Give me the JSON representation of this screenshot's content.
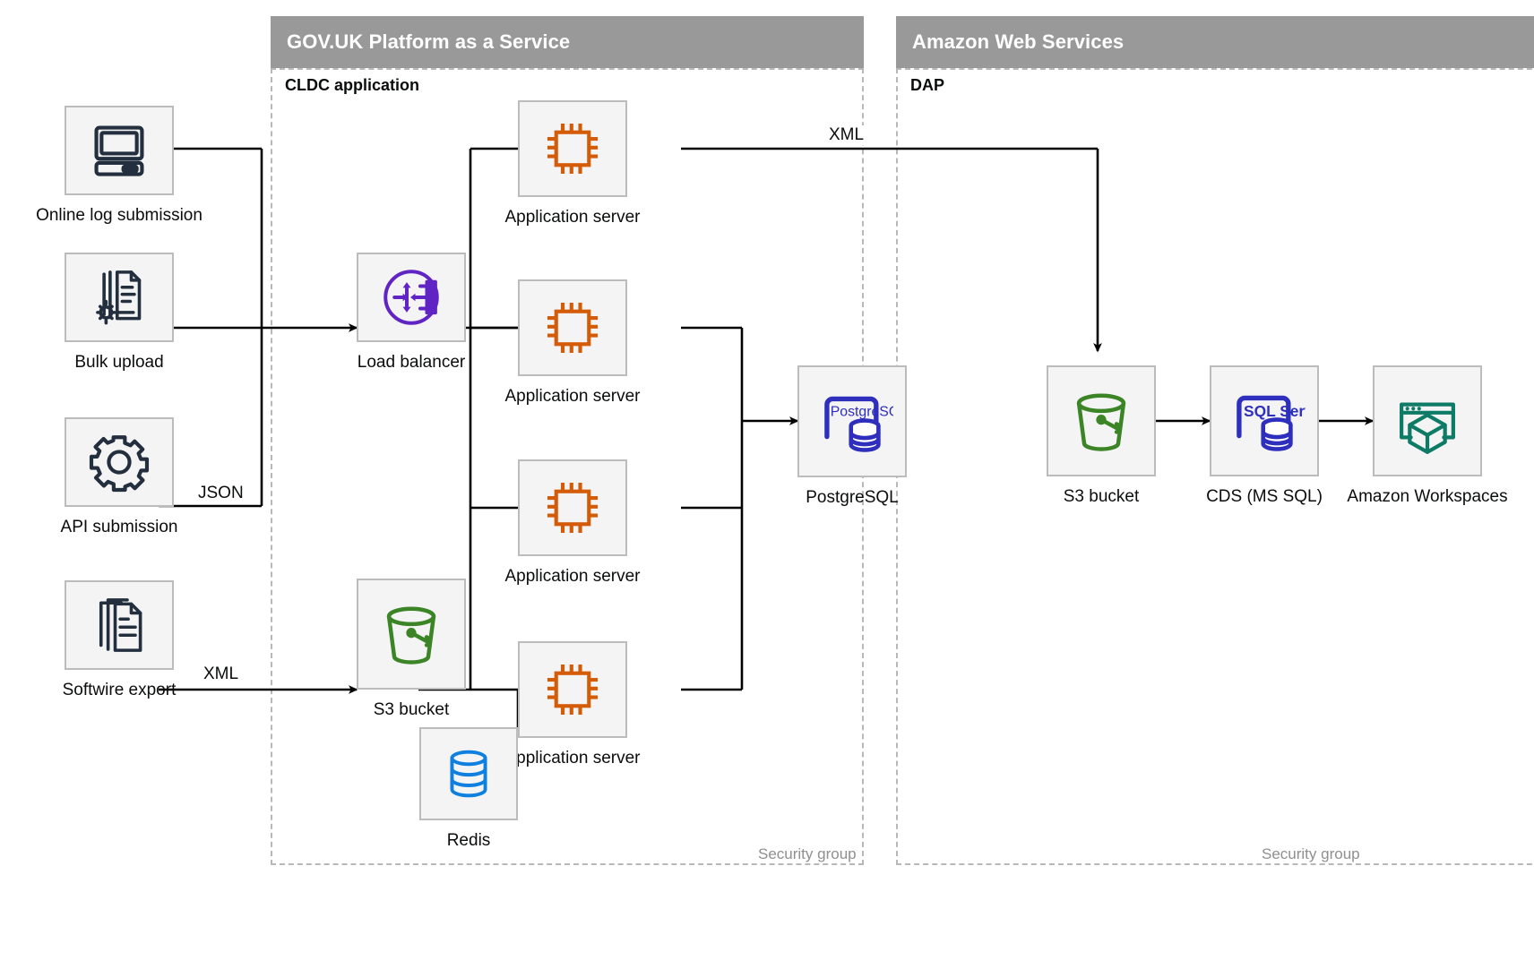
{
  "groups": [
    {
      "id": "paas",
      "title": "GOV.UK Platform as a Service",
      "inner_title": "CLDC application",
      "security_label": "Security group"
    },
    {
      "id": "aws",
      "title": "Amazon Web Services",
      "inner_title": "DAP",
      "security_label": "Security group"
    }
  ],
  "nodes": {
    "online_log": {
      "label": "Online log submission",
      "icon": "desktop-computer-icon",
      "color": "#232f3e"
    },
    "bulk_upload": {
      "label": "Bulk upload",
      "icon": "document-gear-icon",
      "color": "#232f3e"
    },
    "api_submission": {
      "label": "API submission",
      "icon": "gear-icon",
      "color": "#232f3e"
    },
    "softwire": {
      "label": "Softwire export",
      "icon": "document-stack-icon",
      "color": "#232f3e"
    },
    "load_balancer": {
      "label": "Load balancer",
      "icon": "load-balancer-icon",
      "color": "#6124c4"
    },
    "app_server_1": {
      "label": "Application server",
      "icon": "cpu-chip-icon",
      "color": "#d45b07"
    },
    "app_server_2": {
      "label": "Application server",
      "icon": "cpu-chip-icon",
      "color": "#d45b07"
    },
    "app_server_3": {
      "label": "Application server",
      "icon": "cpu-chip-icon",
      "color": "#d45b07"
    },
    "app_server_4": {
      "label": "Application server",
      "icon": "cpu-chip-icon",
      "color": "#d45b07"
    },
    "postgresql": {
      "label": "PostgreSQL",
      "icon": "postgresql-icon",
      "color": "#2f2fbe",
      "badge": "PostgreSQL"
    },
    "s3_paas": {
      "label": "S3 bucket",
      "icon": "s3-bucket-icon",
      "color": "#3c8527"
    },
    "redis": {
      "label": "Redis",
      "icon": "redis-database-icon",
      "color": "#0f80e0"
    },
    "s3_aws": {
      "label": "S3 bucket",
      "icon": "s3-bucket-icon",
      "color": "#3c8527"
    },
    "cds": {
      "label": "CDS (MS SQL)",
      "icon": "sql-server-icon",
      "color": "#2f2fbe",
      "badge": "SQL Server"
    },
    "workspaces": {
      "label": "Amazon Workspaces",
      "icon": "amazon-workspaces-icon",
      "color": "#0e7b66"
    }
  },
  "edge_labels": {
    "json": "JSON",
    "xml_softwire": "XML",
    "xml_to_s3": "XML"
  },
  "colors": {
    "header_gray": "#999999",
    "tile_bg": "#f4f4f4",
    "tile_border": "#bcbcbc",
    "dashed_border": "#b8b8b8",
    "wire": "#000000",
    "muted_text": "#8f8f8f"
  }
}
